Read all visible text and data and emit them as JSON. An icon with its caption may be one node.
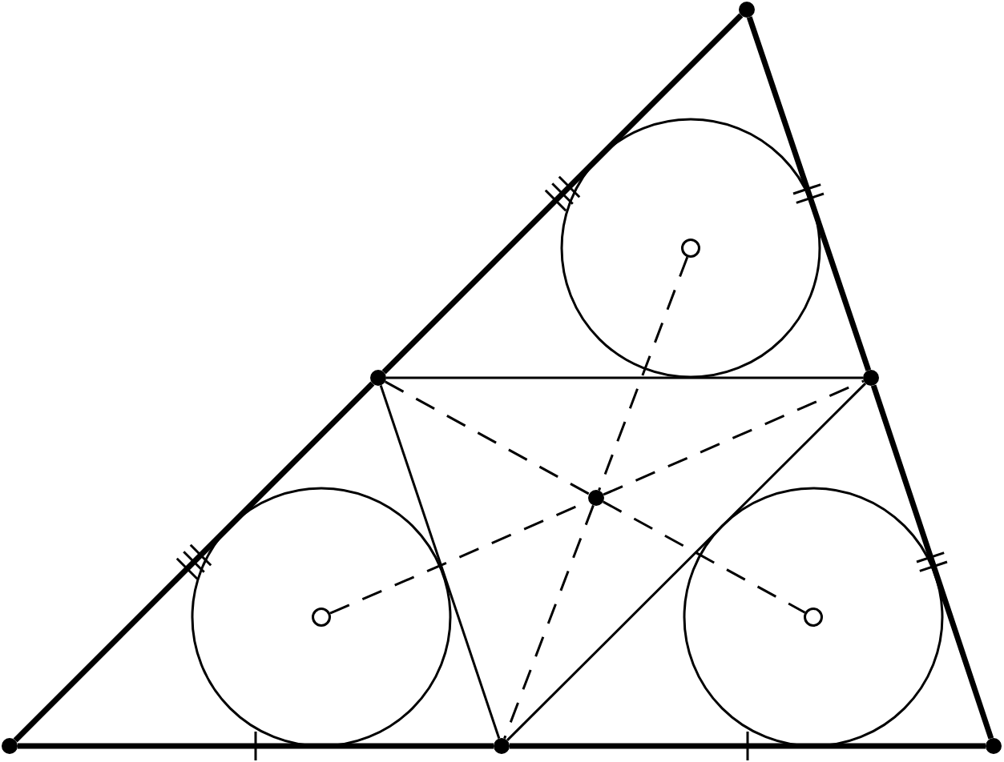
{
  "diagram": {
    "nodes": [
      {
        "text": [],
        "shape": "dot"
      },
      {
        "text": [],
        "shape": "circle"
      },
      {
        "text": [],
        "shape": "dot"
      },
      {
        "text": [],
        "shape": "dot"
      },
      {
        "text": [],
        "shape": "dot"
      },
      {
        "text": [],
        "shape": "circle"
      },
      {
        "text": [],
        "shape": "circle"
      },
      {
        "text": [],
        "shape": "dot"
      },
      {
        "text": [],
        "shape": "dot"
      },
      {
        "text": [],
        "shape": "dot"
      }
    ],
    "edges": [
      {
        "from": 7,
        "to": 2,
        "arrow": "none",
        "style": "thick"
      },
      {
        "from": 2,
        "to": 0,
        "arrow": "none",
        "style": "thick"
      },
      {
        "from": 0,
        "to": 3,
        "arrow": "none",
        "style": "thick"
      },
      {
        "from": 3,
        "to": 9,
        "arrow": "none",
        "style": "thick"
      },
      {
        "from": 7,
        "to": 8,
        "arrow": "none",
        "style": "thick"
      },
      {
        "from": 8,
        "to": 9,
        "arrow": "none",
        "style": "thick"
      },
      {
        "from": 2,
        "to": 3,
        "arrow": "none"
      },
      {
        "from": 2,
        "to": 8,
        "arrow": "none"
      },
      {
        "from": 3,
        "to": 8,
        "arrow": "none"
      },
      {
        "from": 1,
        "to": 4,
        "arrow": "none",
        "style": "dashed"
      },
      {
        "from": 4,
        "to": 8,
        "arrow": "none",
        "style": "dashed"
      },
      {
        "from": 5,
        "to": 4,
        "arrow": "none",
        "style": "dashed"
      },
      {
        "from": 4,
        "to": 3,
        "arrow": "none",
        "style": "dashed"
      },
      {
        "from": 2,
        "to": 4,
        "arrow": "none",
        "style": "dashed"
      },
      {
        "from": 4,
        "to": 6,
        "arrow": "none",
        "style": "dashed"
      }
    ]
  }
}
